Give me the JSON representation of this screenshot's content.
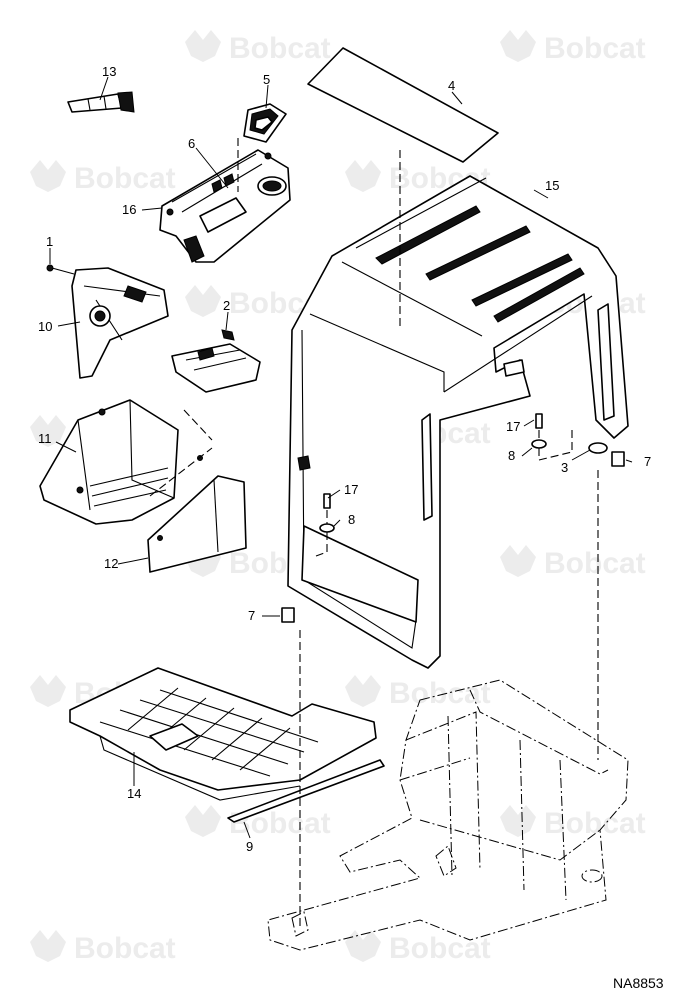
{
  "watermark": {
    "text": "Bobcat"
  },
  "drawing_id": "NA8853",
  "callouts": {
    "c1": "1",
    "c2": "2",
    "c3": "3",
    "c4": "4",
    "c5": "5",
    "c6": "6",
    "c7a": "7",
    "c7b": "7",
    "c8a": "8",
    "c8b": "8",
    "c9": "9",
    "c10": "10",
    "c11": "11",
    "c12": "12",
    "c13": "13",
    "c14": "14",
    "c15": "15",
    "c16": "16",
    "c17a": "17",
    "c17b": "17"
  }
}
